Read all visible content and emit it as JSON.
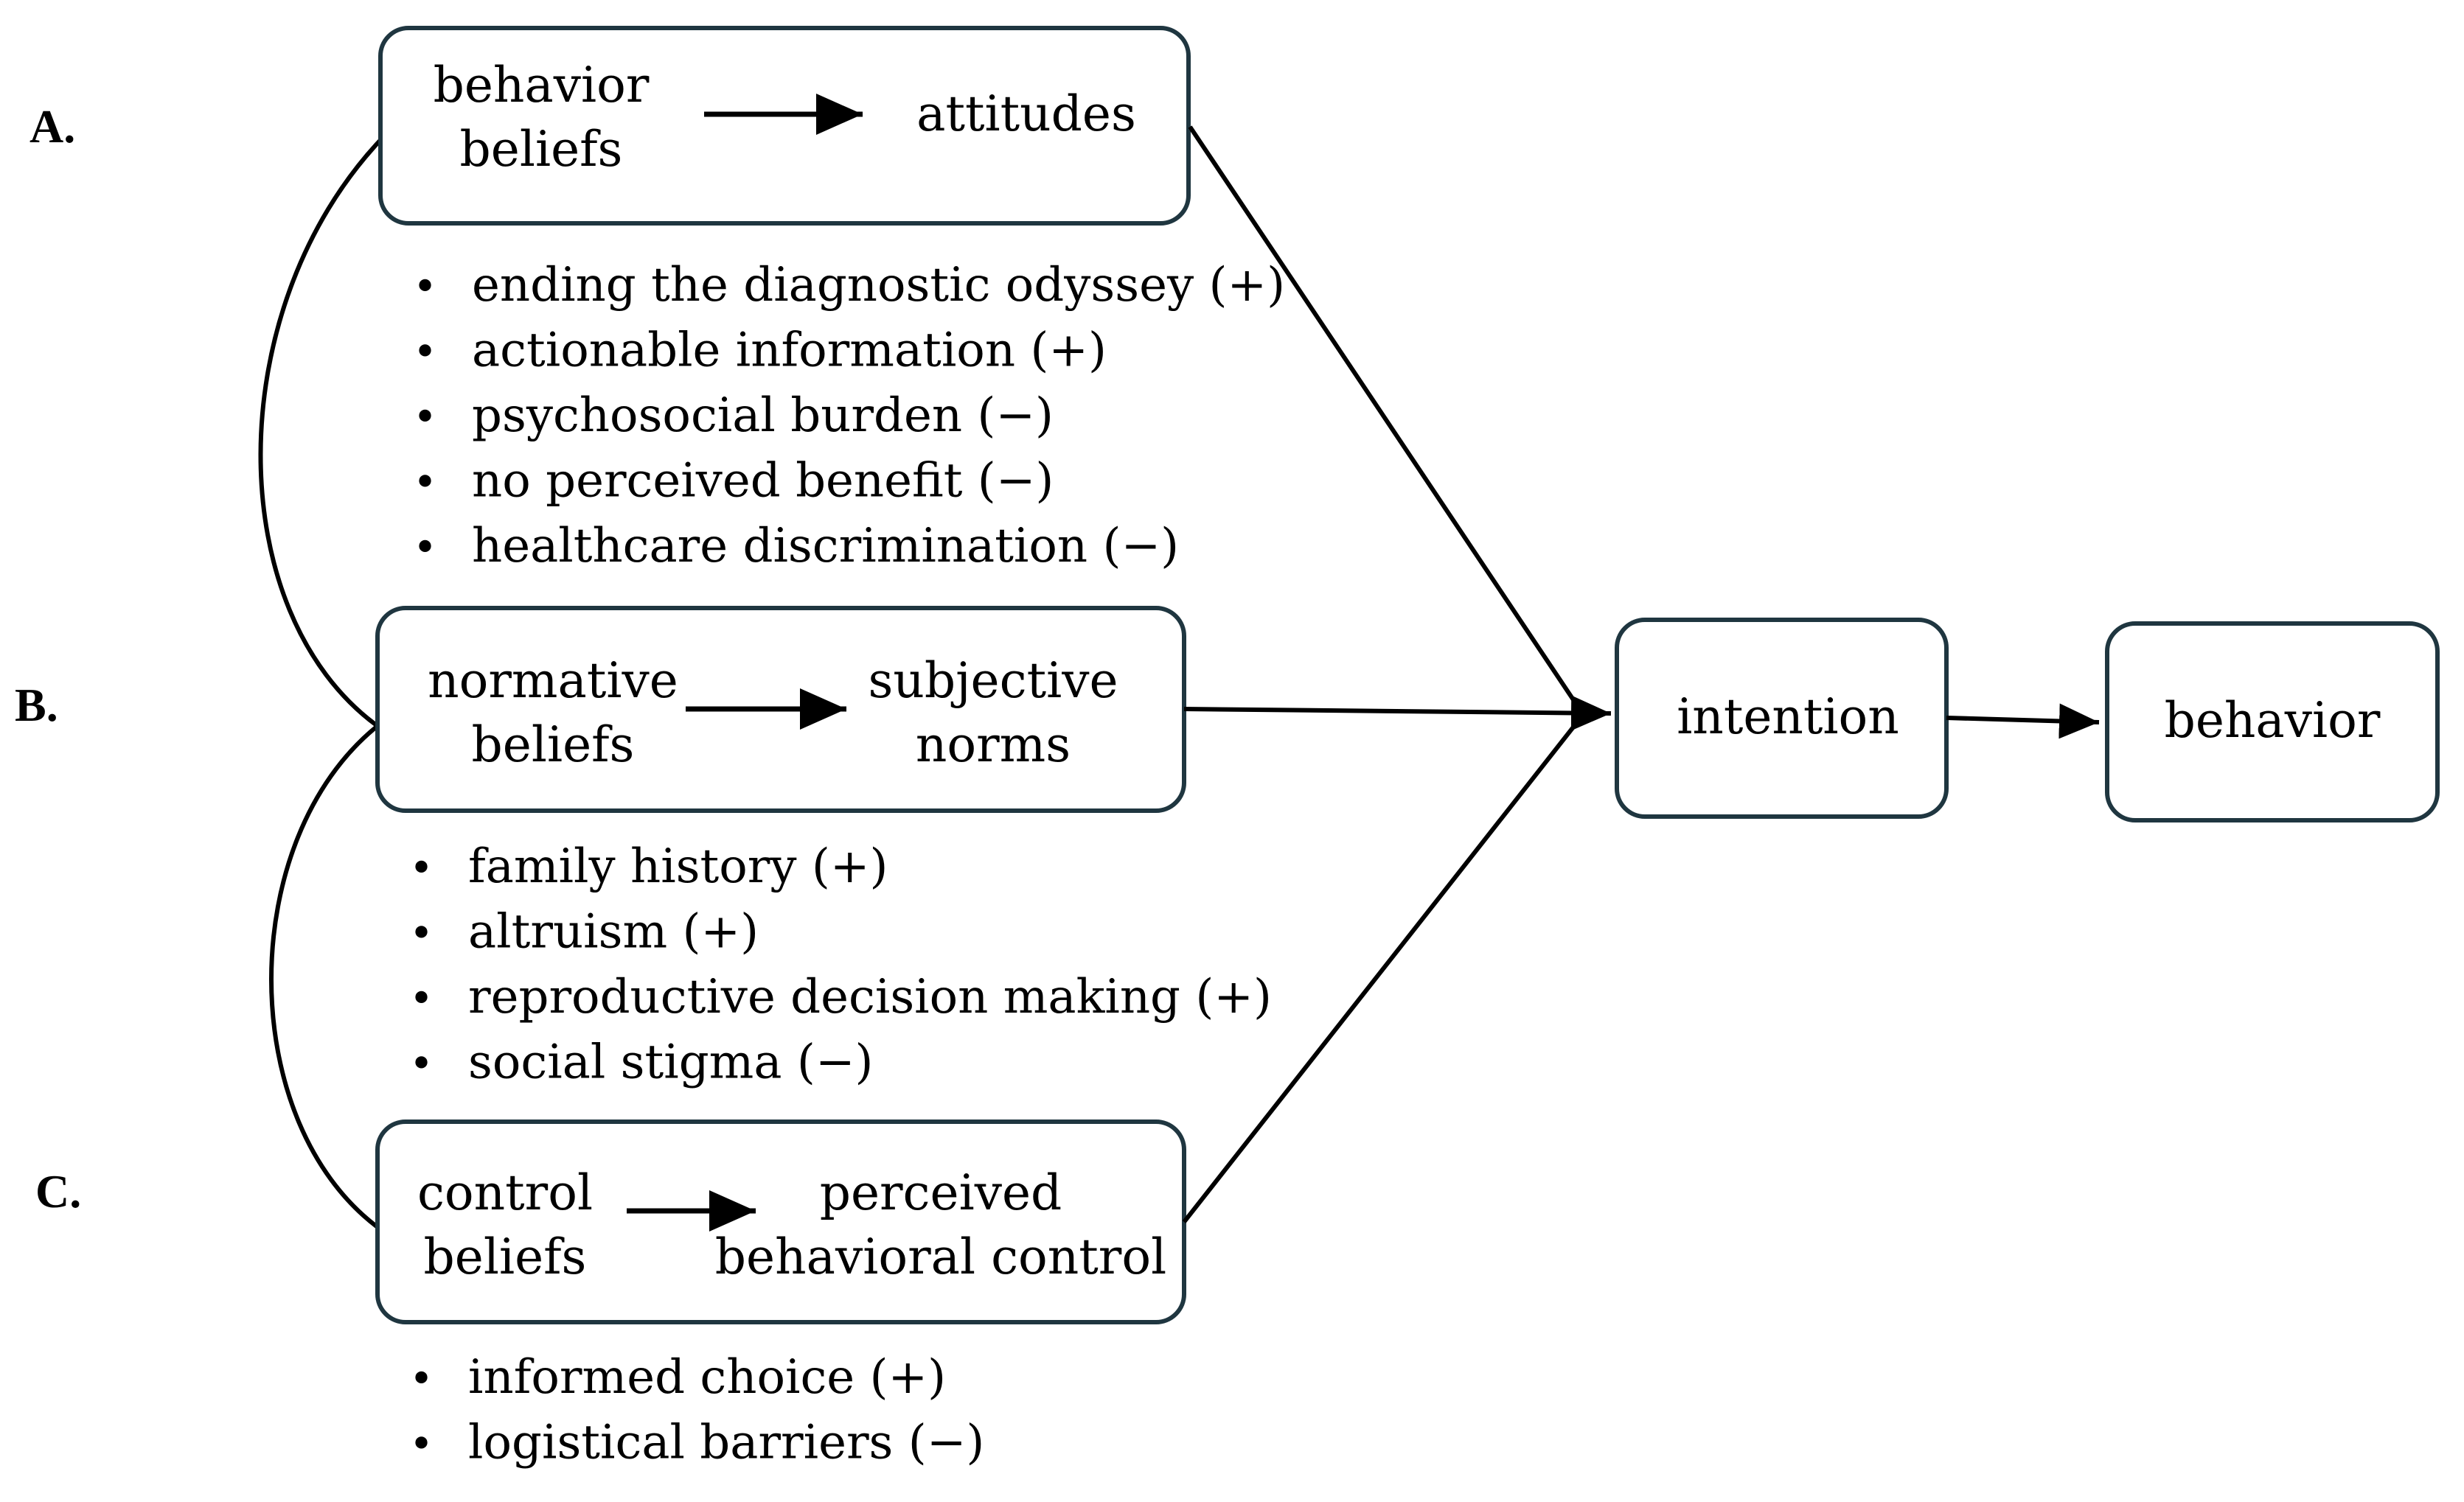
{
  "colors": {
    "box_stroke": "#1f3640",
    "line": "#000000",
    "text": "#000000",
    "background": "#ffffff"
  },
  "sections": [
    {
      "label": "A.",
      "beliefs": [
        "behavior",
        "beliefs"
      ],
      "construct": [
        "attitudes"
      ],
      "factors": [
        "ending the diagnostic odyssey (+)",
        "actionable information (+)",
        "psychosocial burden (−)",
        "no perceived benefit (−)",
        "healthcare discrimination (−)"
      ]
    },
    {
      "label": "B.",
      "beliefs": [
        "normative",
        "beliefs"
      ],
      "construct": [
        "subjective",
        "norms"
      ],
      "factors": [
        "family history (+)",
        "altruism (+)",
        "reproductive decision making (+)",
        "social stigma (−)"
      ]
    },
    {
      "label": "C.",
      "beliefs": [
        "control",
        "beliefs"
      ],
      "construct": [
        "perceived",
        "behavioral control"
      ],
      "factors": [
        "informed choice (+)",
        "logistical barriers (−)"
      ]
    }
  ],
  "intention": "intention",
  "behavior": "behavior",
  "bullet": "•"
}
